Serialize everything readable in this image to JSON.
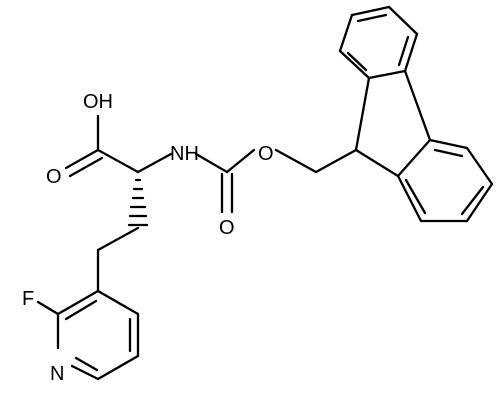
{
  "molecule": {
    "labels": {
      "hydroxyl": "OH",
      "carbonyl_acid": "O",
      "amide_nh": "NH",
      "carbamate_carbonyl": "O",
      "ester_oxygen": "O",
      "fluorine": "F",
      "pyridine_nitrogen": "N"
    }
  },
  "colors": {
    "bond": "#000000",
    "text": "#000000",
    "background": "#ffffff"
  }
}
